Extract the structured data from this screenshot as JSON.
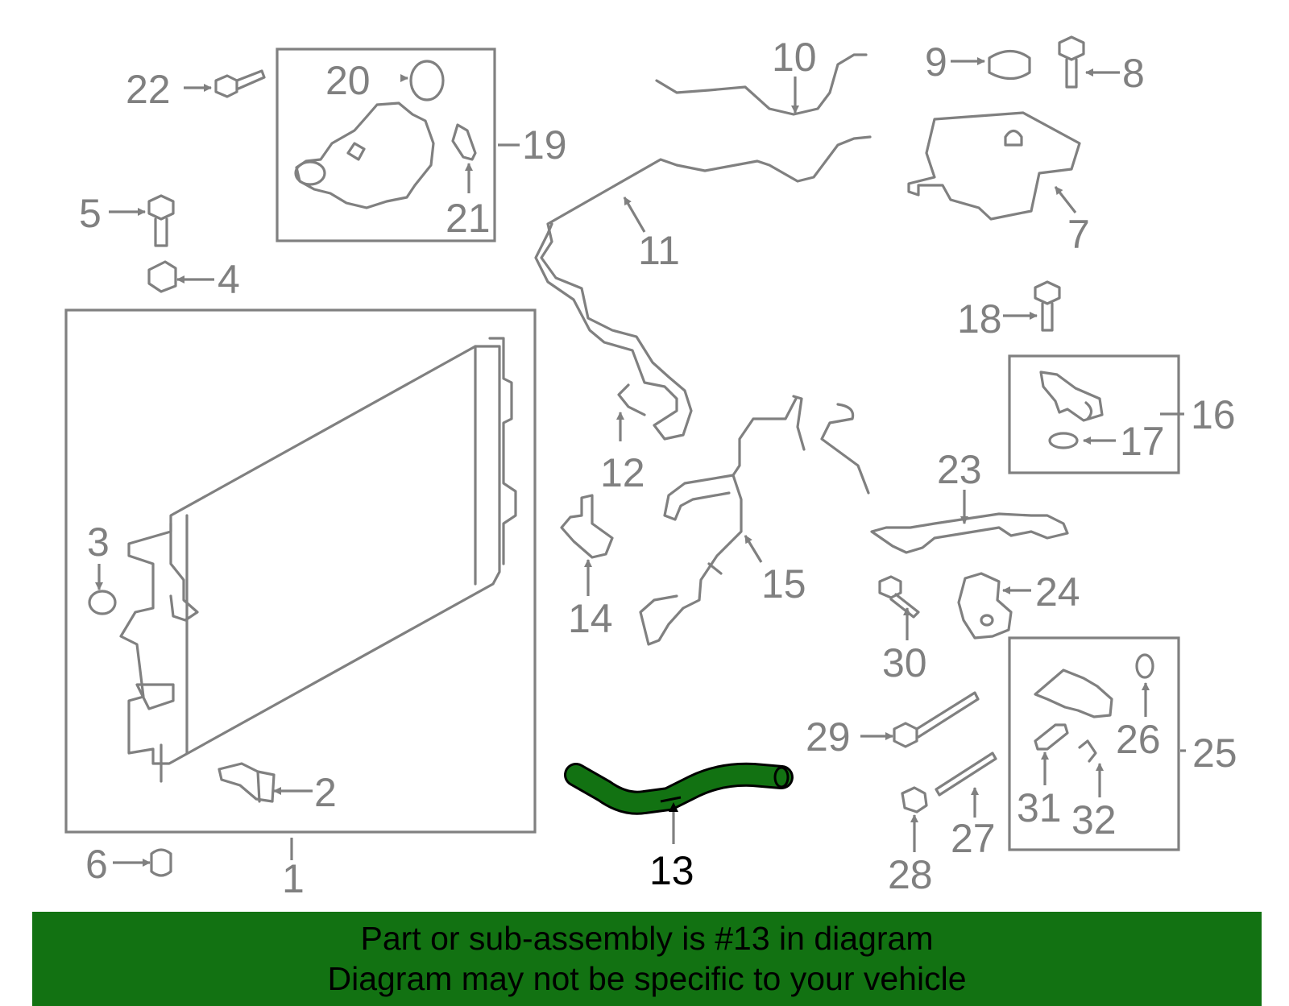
{
  "callouts": {
    "c1": "1",
    "c2": "2",
    "c3": "3",
    "c4": "4",
    "c5": "5",
    "c6": "6",
    "c7": "7",
    "c8": "8",
    "c9": "9",
    "c10": "10",
    "c11": "11",
    "c12": "12",
    "c13": "13",
    "c14": "14",
    "c15": "15",
    "c16": "16",
    "c17": "17",
    "c18": "18",
    "c19": "19",
    "c20": "20",
    "c21": "21",
    "c22": "22",
    "c23": "23",
    "c24": "24",
    "c25": "25",
    "c26": "26",
    "c27": "27",
    "c28": "28",
    "c29": "29",
    "c30": "30",
    "c31": "31",
    "c32": "32"
  },
  "highlight": {
    "part_number": "13",
    "color": "#127212"
  },
  "banner": {
    "line1": "Part or sub-assembly is #13 in diagram",
    "line2": "Diagram may not be specific to your vehicle",
    "background": "#127212"
  }
}
